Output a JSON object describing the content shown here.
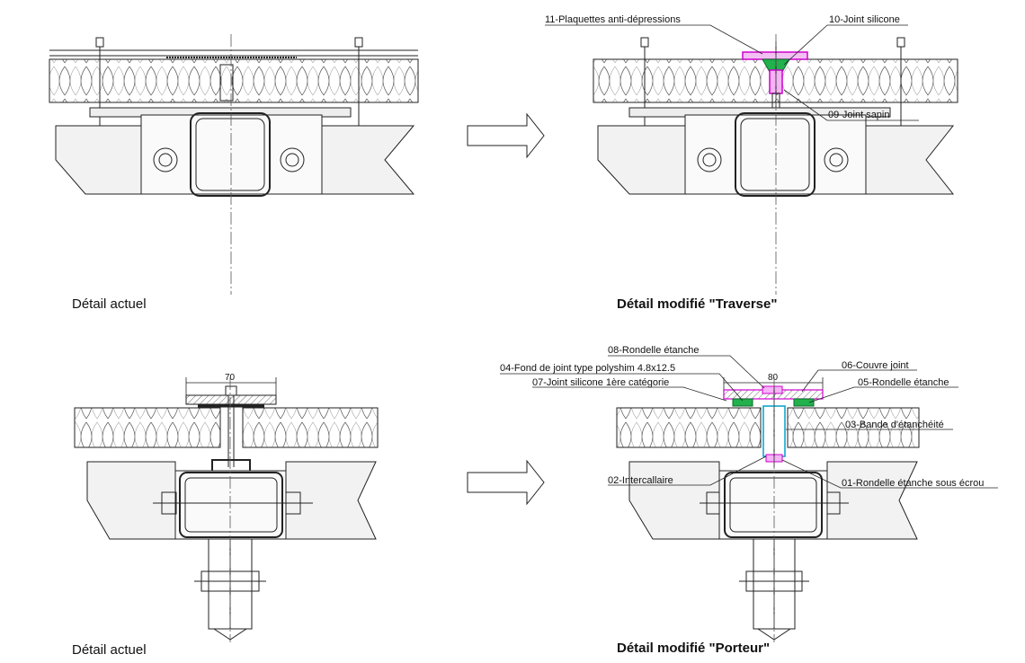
{
  "captions": {
    "top_left": "Détail actuel",
    "top_right": "Détail modifié \"Traverse\"",
    "bottom_left": "Détail actuel",
    "bottom_right": "Détail modifié \"Porteur\""
  },
  "dimensions": {
    "bottom_left_width": "70",
    "bottom_right_width": "80"
  },
  "labels": {
    "l11": "11-Plaquettes anti-dépressions",
    "l10": "10-Joint silicone",
    "l09": "09-Joint sapin",
    "l08": "08-Rondelle étanche",
    "l04": "04-Fond de joint type polyshim 4.8x12.5",
    "l07": "07-Joint silicone 1ère catégorie",
    "l06": "06-Couvre joint",
    "l05": "05-Rondelle étanche",
    "l03": "03-Bande d'étanchéité",
    "l02": "02-Intercallaire",
    "l01": "01-Rondelle étanche sous écrou"
  },
  "colors": {
    "line": "#222222",
    "magenta": "#d000d0",
    "green": "#22b14c",
    "cyan": "#00a0c8"
  }
}
